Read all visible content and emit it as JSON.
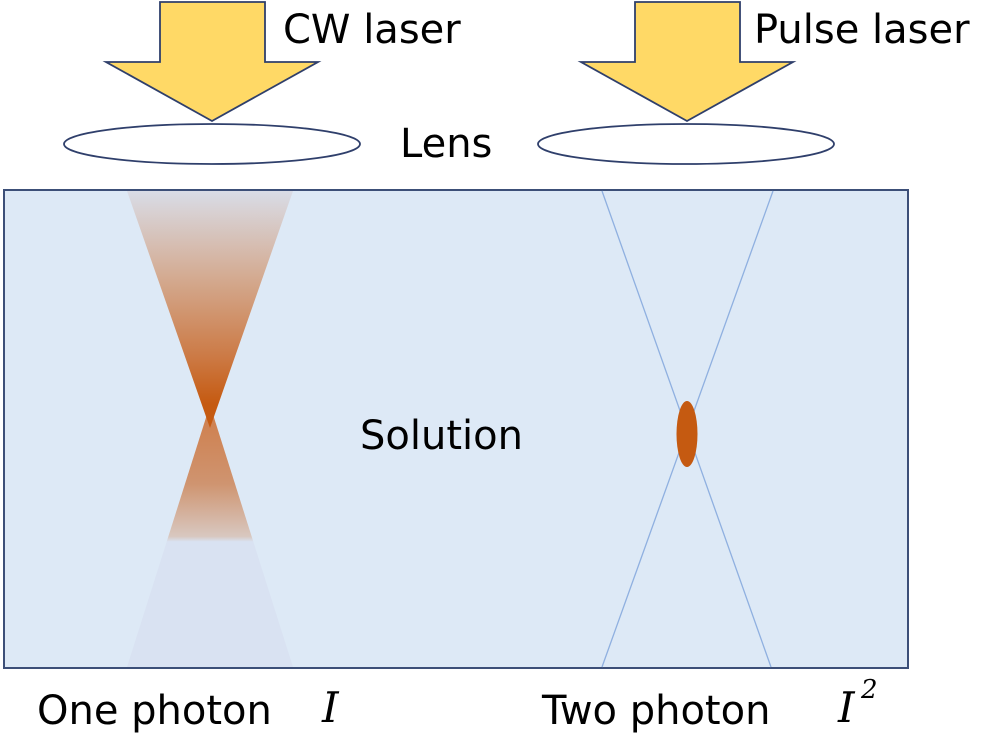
{
  "diagram": {
    "type": "optical-schematic",
    "labels": {
      "cw_laser": "CW laser",
      "pulse_laser": "Pulse laser",
      "lens": "Lens",
      "solution": "Solution",
      "one_photon": "One photon",
      "one_photon_symbol": "I",
      "two_photon": "Two photon",
      "two_photon_symbol": "I",
      "two_photon_exponent": "2"
    },
    "colors": {
      "arrow_fill": "#ffd966",
      "outline": "#2f3f6b",
      "solution_fill": "#dde9f6",
      "solution_border": "#3c4f78",
      "excitation": "#c55a11",
      "beam_line": "#8fb0e0",
      "lens_fill": "#ffffff"
    },
    "panels": [
      {
        "id": "one-photon",
        "source": "CW laser",
        "excitation": "distributed cone along beam path",
        "dependence": "I"
      },
      {
        "id": "two-photon",
        "source": "Pulse laser",
        "excitation": "localized spot at focus",
        "dependence": "I^2"
      }
    ]
  }
}
